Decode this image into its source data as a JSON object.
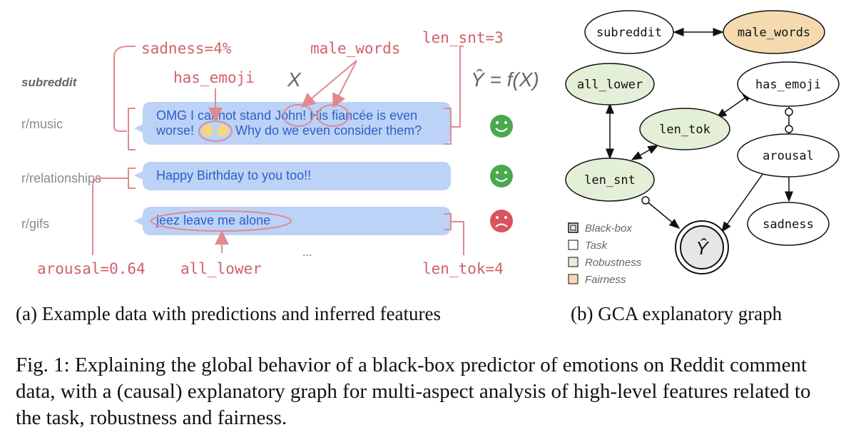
{
  "left_panel": {
    "feature_labels": {
      "sadness": "sadness=4%",
      "male_words": "male_words",
      "len_snt": "len_snt=3",
      "has_emoji": "has_emoji",
      "arousal": "arousal=0.64",
      "all_lower": "all_lower",
      "len_tok": "len_tok=4"
    },
    "x_label": "X",
    "yhat_label": "Ŷ = f(X)",
    "subreddit_header": "subreddit",
    "rows": [
      {
        "subreddit": "r/music",
        "line1": "OMG I cannot stand John! His fiancée is even",
        "line2_a": "worse!",
        "line2_b": "Why do we even consider them?",
        "emojis": "🙄🙄",
        "prediction": "happy"
      },
      {
        "subreddit": "r/relationships",
        "line1": "Happy Birthday to you too!!",
        "prediction": "happy"
      },
      {
        "subreddit": "r/gifs",
        "line1": "jeez leave me alone",
        "prediction": "sad"
      }
    ],
    "ellipsis": "...",
    "colors": {
      "bubble": "#bcd2f7",
      "annotation": "#d2606a",
      "happy": "#4aa84f",
      "sad": "#d9545f"
    }
  },
  "right_panel": {
    "nodes": {
      "subreddit": "subreddit",
      "male_words": "male_words",
      "all_lower": "all_lower",
      "has_emoji": "has_emoji",
      "len_tok": "len_tok",
      "arousal": "arousal",
      "len_snt": "len_snt",
      "sadness": "sadness",
      "yhat": "Ŷ"
    },
    "legend": [
      {
        "label": "Black-box",
        "color": "#e6e6e6"
      },
      {
        "label": "Task",
        "color": "#ffffff"
      },
      {
        "label": "Robustness",
        "color": "#e3efd6"
      },
      {
        "label": "Fairness",
        "color": "#f5dab0"
      }
    ]
  },
  "subcaptions": {
    "a": "(a) Example data with predictions and inferred features",
    "b": "(b) GCA explanatory graph"
  },
  "caption": "Fig. 1: Explaining the global behavior of a black-box predictor of emotions on Reddit comment data, with a (causal) explanatory graph for multi-aspect analysis of high-level features related to the task, robustness and fairness."
}
